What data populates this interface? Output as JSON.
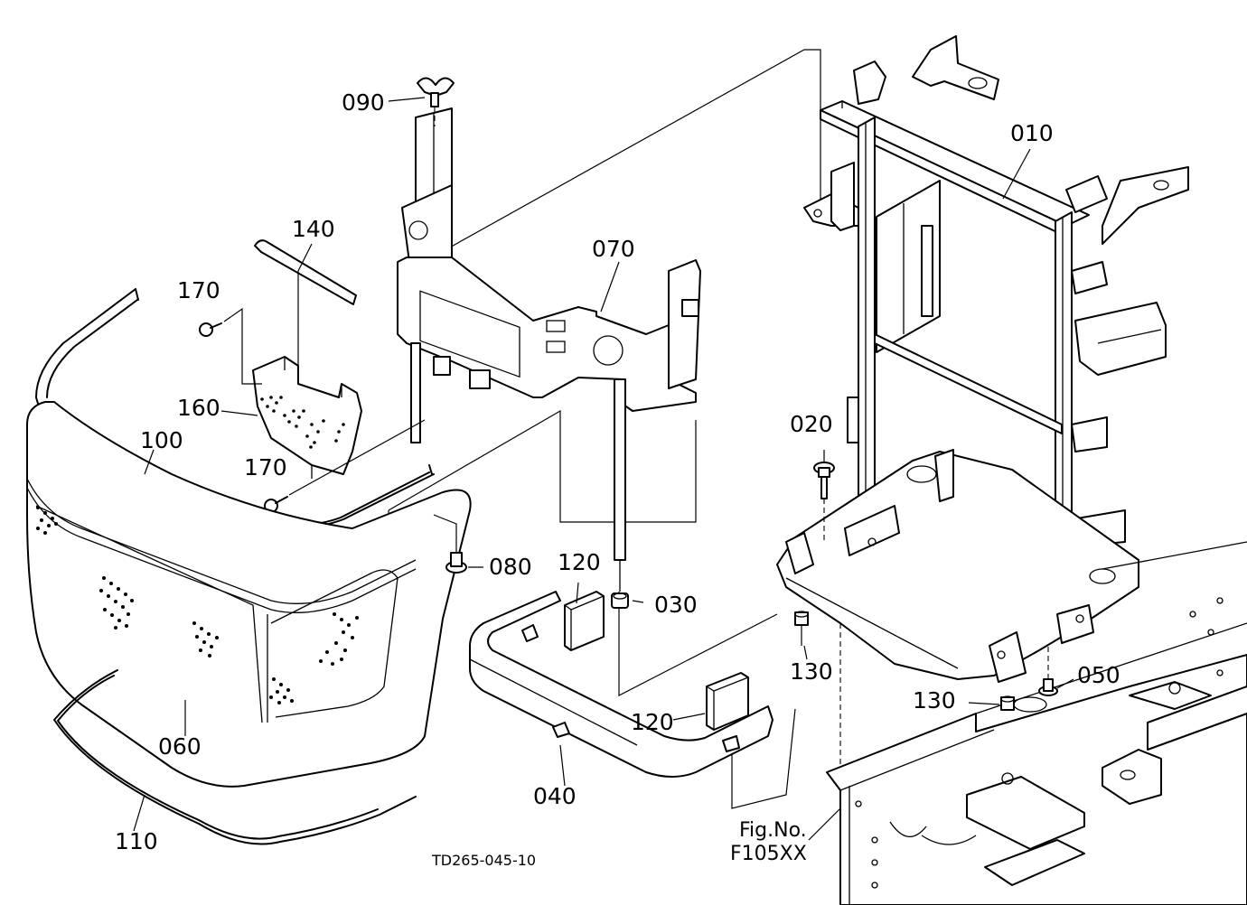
{
  "labels": {
    "p010": "010",
    "p020": "020",
    "p030": "030",
    "p040": "040",
    "p050": "050",
    "p060": "060",
    "p070": "070",
    "p080": "080",
    "p090": "090",
    "p100": "100",
    "p110": "110",
    "p120a": "120",
    "p120b": "120",
    "p130a": "130",
    "p130b": "130",
    "p140": "140",
    "p160": "160",
    "p170a": "170",
    "p170b": "170"
  },
  "figure_ref": {
    "line1": "Fig.No.",
    "line2": "F105XX"
  },
  "drawing_number": "TD265-045-10"
}
